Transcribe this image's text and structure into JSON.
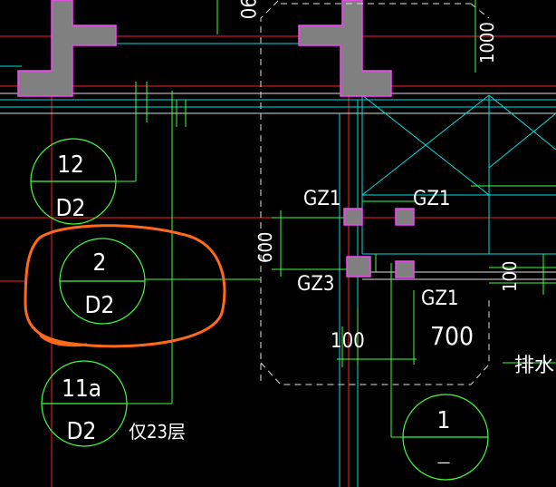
{
  "drawing": {
    "background": "#000000",
    "colors": {
      "axis": "#ff2020",
      "grid_line": "#e0e0e0",
      "wall": "#00e0e0",
      "column_fill": "#808080",
      "column_outline": "#ff40ff",
      "dimension": "#40ff40",
      "text": "#ffffff",
      "markup": "#ff6a1a"
    },
    "top_dimension": "90",
    "right_dimension_vertical": "1000",
    "right_dimension_small": "100",
    "left_dimension": "600"
  },
  "grid_bubbles": [
    {
      "top": "12",
      "bottom": "D2"
    },
    {
      "top": "2",
      "bottom": "D2"
    },
    {
      "top": "11a",
      "bottom": "D2"
    }
  ],
  "section_marker": {
    "top": "1",
    "bottom": "—"
  },
  "labels": {
    "gz1_left": "GZ1",
    "gz1_right": "GZ1",
    "gz3": "GZ3",
    "gz1_lower": "GZ1",
    "dim_100": "100",
    "dim_700": "700",
    "note_floors": "仅23层",
    "note_drain": "排水"
  }
}
